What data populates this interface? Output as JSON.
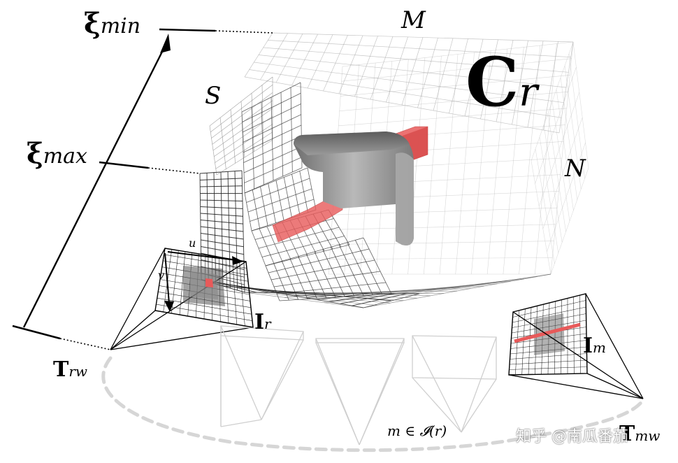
{
  "figure": {
    "labels": {
      "xi_min_symbol": "ξ",
      "xi_min_sub": "min",
      "xi_max_symbol": "ξ",
      "xi_max_sub": "max",
      "M": "M",
      "S": "S",
      "N": "N",
      "Cr_main": "C",
      "Cr_sub": "r",
      "u": "u",
      "v": "v",
      "Ir_main": "I",
      "Ir_sub": "r",
      "Im_main": "I",
      "Im_sub": "m",
      "Trw_main": "T",
      "Trw_sub": "rw",
      "Tmw_main": "T",
      "Tmw_sub": "mw",
      "membership": "m ∈ 𝓘(r)"
    },
    "watermark": "知乎 @南瓜番茄",
    "colors": {
      "highlight_red": "#e85a5a",
      "object_gray": "#8f8f8f",
      "grid_line": "#222222",
      "faint_camera": "#cfcfcf",
      "dashed_path": "#d6d6d6"
    },
    "icons": {
      "cost_volume": "cost-volume-grid-icon",
      "reference_camera": "reference-camera-frustum-icon",
      "matching_camera": "matching-camera-frustum-icon",
      "depth_axis_arrow": "arrow-up-icon"
    }
  }
}
